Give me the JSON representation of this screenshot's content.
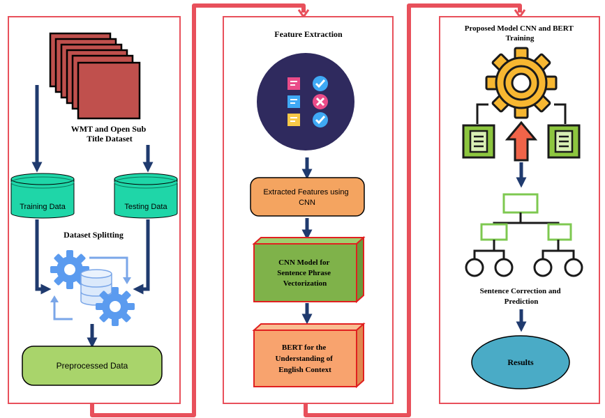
{
  "colors": {
    "panel_border": "#e8505b",
    "connector": "#e8505b",
    "arrow": "#1f3a6e",
    "stack_fill": "#c0504d",
    "cylinder": "#1fd6a8",
    "green_box": "#a9d46b",
    "orange_box": "#f4a460",
    "cnn_box": "#7fb24a",
    "bert_box": "#f8a36e",
    "results": "#4aabc6"
  },
  "panel1": {
    "dataset_title_line1": "WMT and Open Sub",
    "dataset_title_line2": "Title Dataset",
    "training_label": "Training Data",
    "testing_label": "Testing Data",
    "splitting_label": "Dataset Splitting",
    "preprocessed_label": "Preprocessed Data"
  },
  "panel2": {
    "title": "Feature Extraction",
    "extracted_line1": "Extracted Features using",
    "extracted_line2": "CNN",
    "cnn_line1": "CNN Model for",
    "cnn_line2": "Sentence Phrase",
    "cnn_line3": "Vectorization",
    "bert_line1": "BERT for the",
    "bert_line2": "Understanding of",
    "bert_line3": "English Context"
  },
  "panel3": {
    "title_line1": "Proposed Model CNN and BERT",
    "title_line2": "Training",
    "correction_line1": "Sentence Correction and",
    "correction_line2": "Prediction",
    "results_label": "Results"
  }
}
